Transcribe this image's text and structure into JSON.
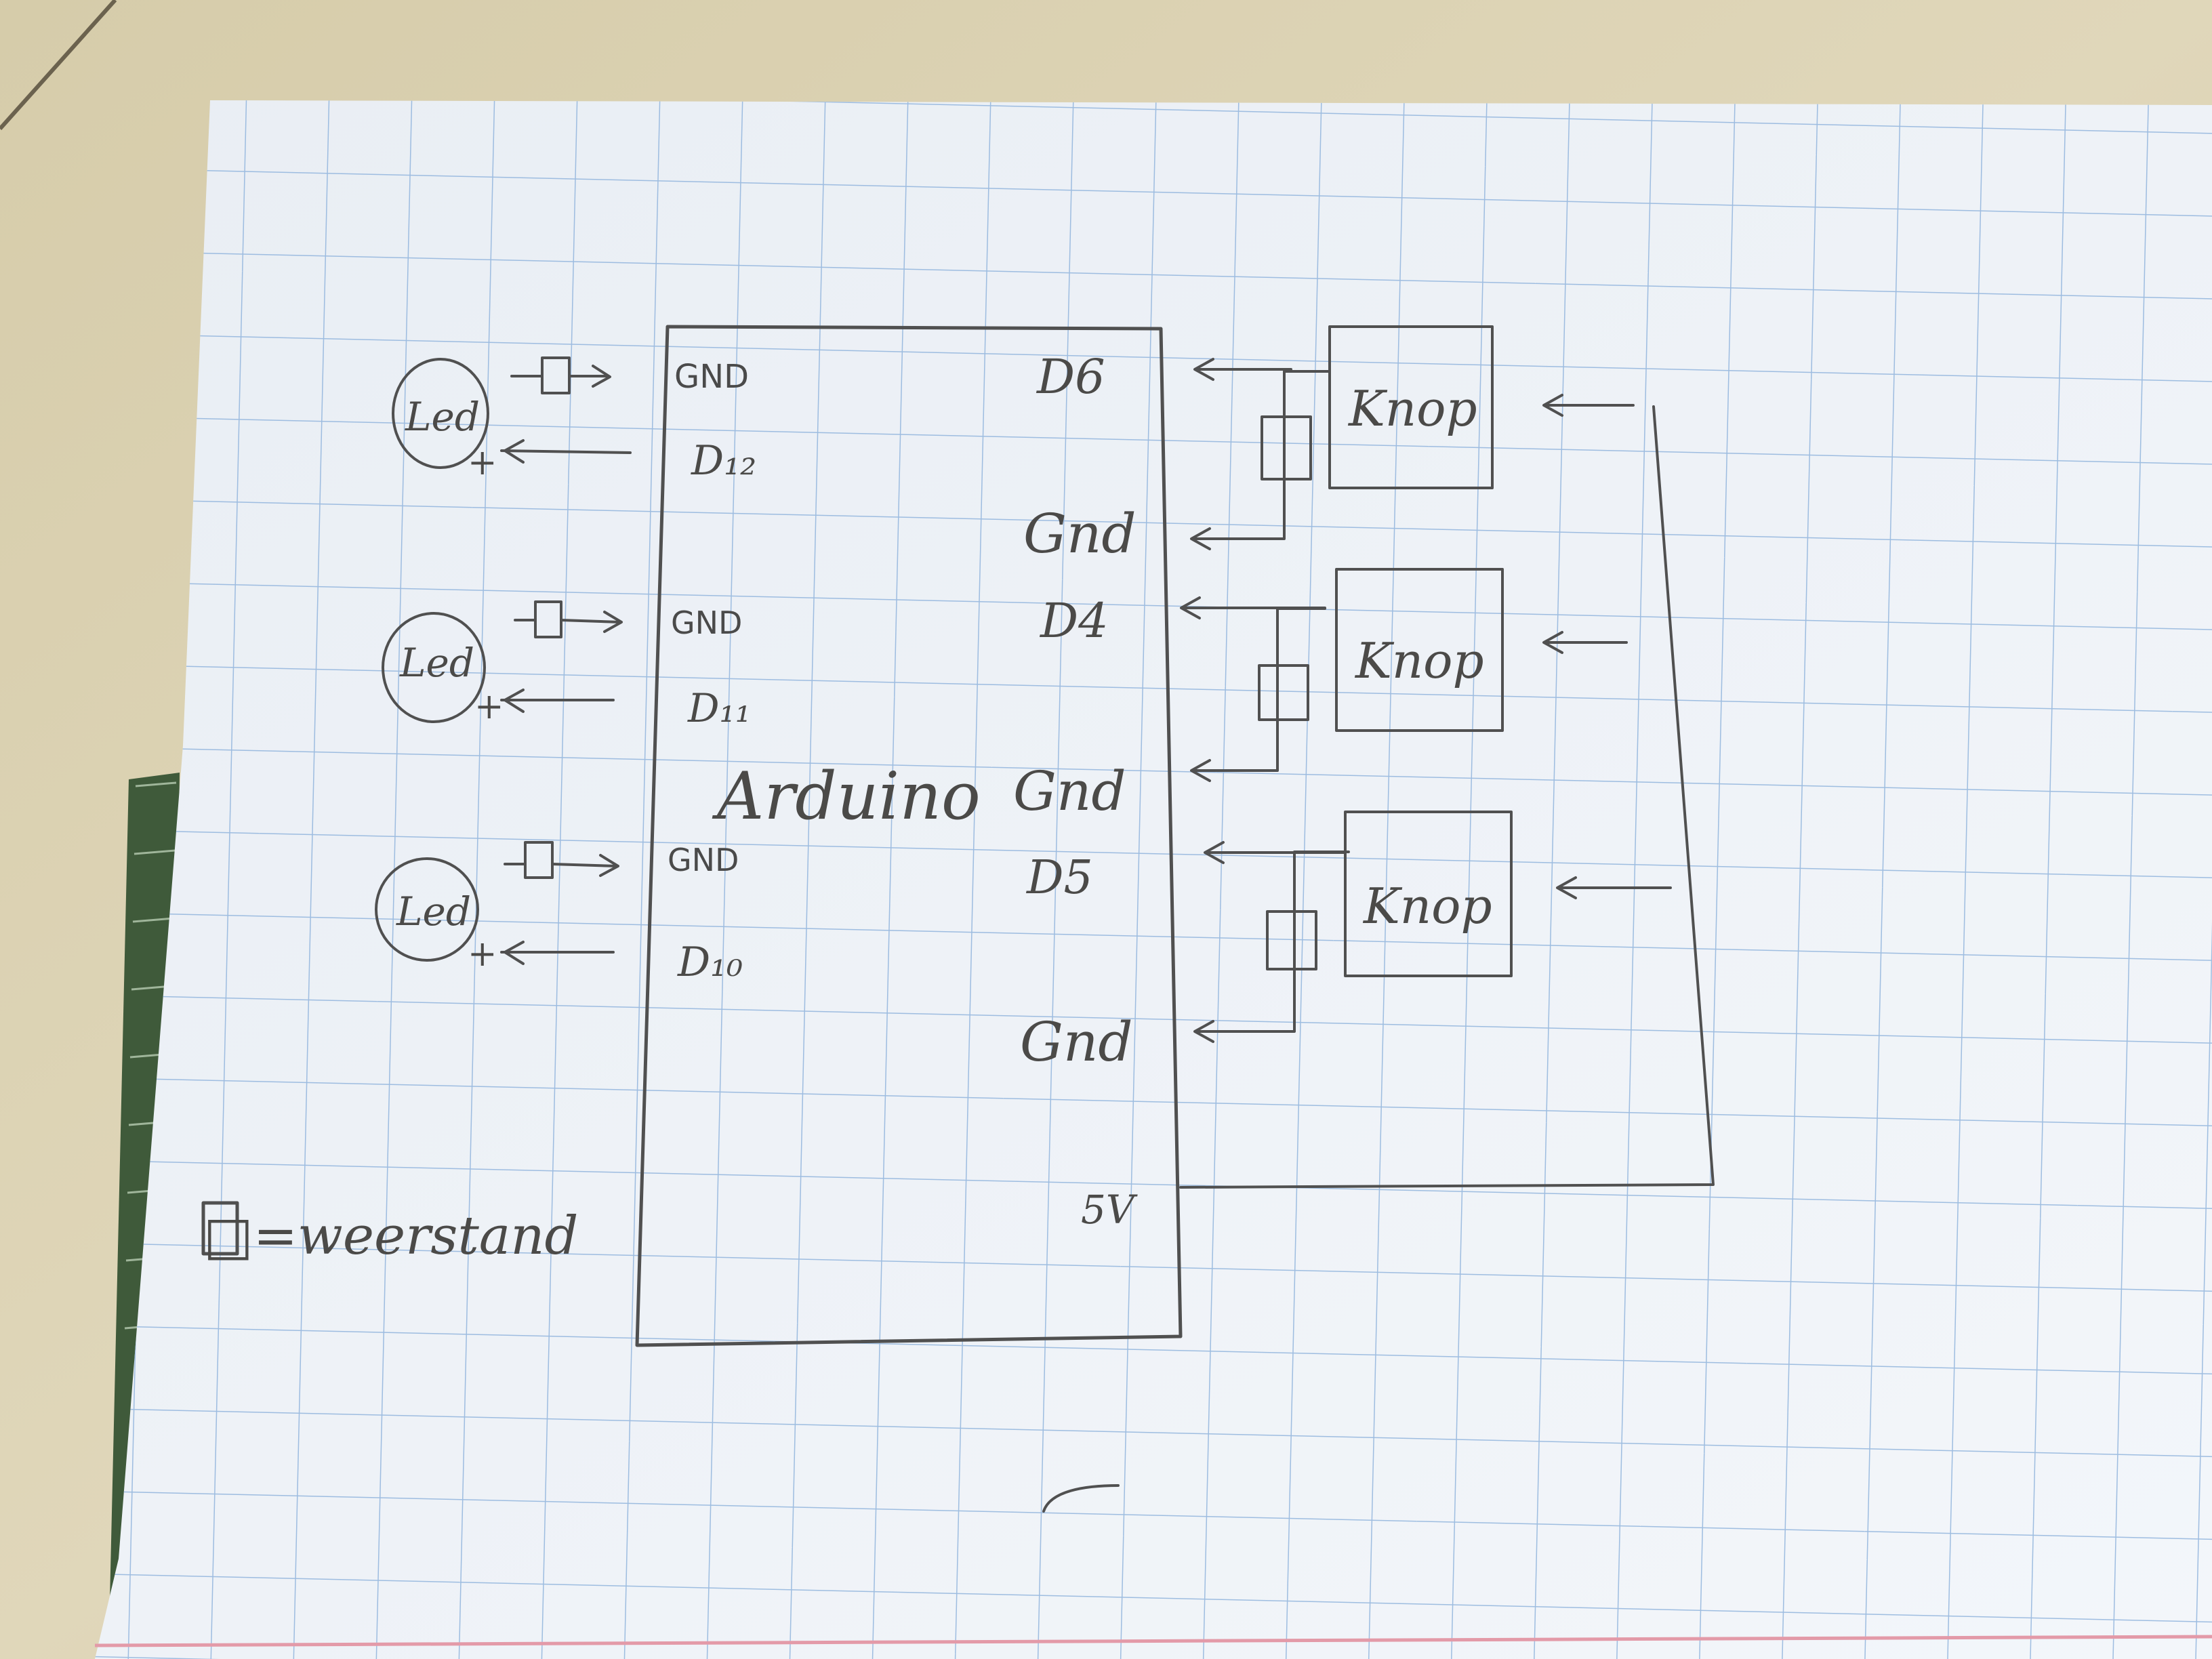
{
  "diagram": {
    "title": "Arduino",
    "legend": "□=weerstand",
    "colors": {
      "desk": "#d9cfae",
      "paper": "#eef3f8",
      "grid": "#8fb3dc",
      "margin": "#e39aa8",
      "pencil": "#505050",
      "cutting_mat": "#3f5a3a"
    },
    "leds": [
      {
        "label": "Led",
        "plus": "+",
        "gnd_pin": "GND",
        "data_pin": "D₁₂"
      },
      {
        "label": "Led",
        "plus": "+",
        "gnd_pin": "GND",
        "data_pin": "D₁₁"
      },
      {
        "label": "Led",
        "plus": "+",
        "gnd_pin": "GND",
        "data_pin": "D₁₀"
      }
    ],
    "buttons": [
      {
        "label": "Knop",
        "signal_pin": "D6",
        "gnd_pin": "Gnd"
      },
      {
        "label": "Knop",
        "signal_pin": "D4",
        "gnd_pin": "Gnd"
      },
      {
        "label": "Knop",
        "signal_pin": "D5",
        "gnd_pin": "Gnd"
      }
    ],
    "power_pin": "5V"
  }
}
